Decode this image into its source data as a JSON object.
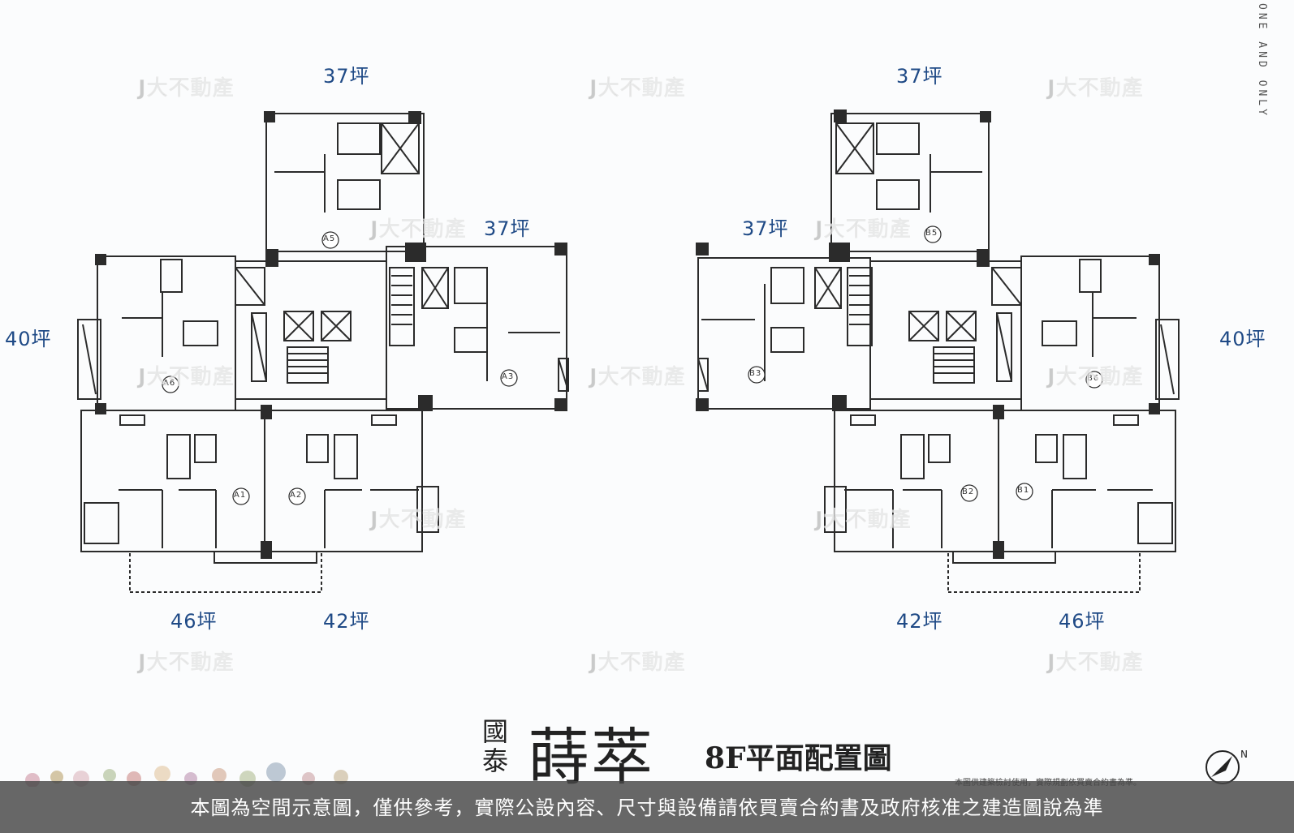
{
  "sizes": {
    "left_top": "37坪",
    "left_upper_right": "37坪",
    "left_side": "40坪",
    "left_bottom_left": "46坪",
    "left_bottom_right": "42坪",
    "right_top": "37坪",
    "right_upper_left": "37坪",
    "right_side": "40坪",
    "right_bottom_left": "42坪",
    "right_bottom_right": "46坪"
  },
  "units": {
    "a1": "A1",
    "a2": "A2",
    "a3": "A3",
    "a5": "A5",
    "a6": "A6",
    "b1": "B1",
    "b2": "B2",
    "b3": "B3",
    "b5": "B5",
    "b6": "B6"
  },
  "watermark": "J大不動產",
  "side_tag": "ONE AND ONLY",
  "brand": {
    "small": "國泰",
    "big": "蒔萃"
  },
  "plan_title": "8F平面配置圖",
  "note": "本圖供建築檢討使用，實際規劃依買賣合約書為準。",
  "compass": "N",
  "disclaimer": "本圖為空間示意圖，僅供參考，實際公設內容、尺寸與設備請依買賣合約書及政府核准之建造圖說為準",
  "colors": {
    "label": "#1f4a86",
    "wall": "#2b2b2b",
    "bar": "#464646"
  }
}
